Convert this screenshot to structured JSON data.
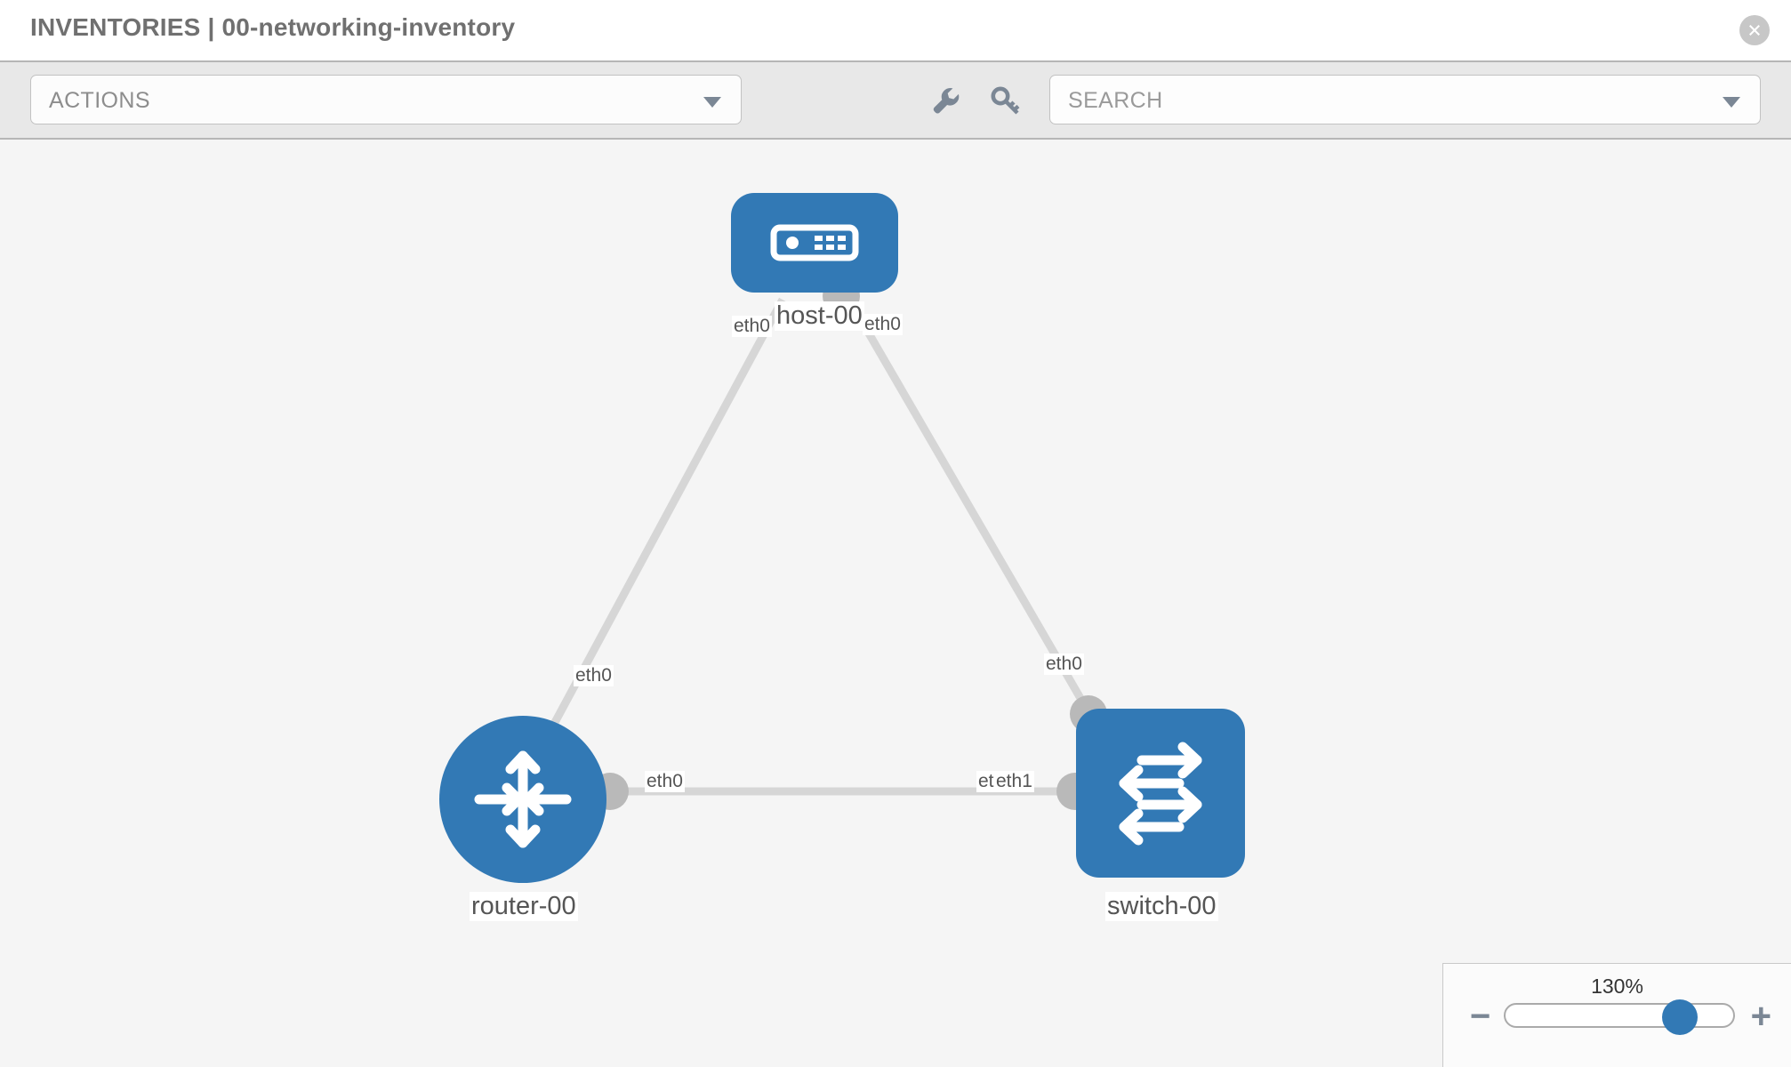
{
  "header": {
    "title": "INVENTORIES | 00-networking-inventory",
    "close_label": "×"
  },
  "toolbar": {
    "actions_label": "ACTIONS",
    "search_placeholder": "SEARCH",
    "wrench_icon": "wrench-icon",
    "key_icon": "key-icon"
  },
  "topology": {
    "nodes": [
      {
        "id": "host-00",
        "label": "host-00",
        "type": "host",
        "icon": "server-icon"
      },
      {
        "id": "router-00",
        "label": "router-00",
        "type": "router",
        "icon": "router-arrows-icon"
      },
      {
        "id": "switch-00",
        "label": "switch-00",
        "type": "switch",
        "icon": "switch-arrows-icon"
      }
    ],
    "interfaces": {
      "host_left": "eth0",
      "host_right": "eth0",
      "router_up": "eth0",
      "switch_up": "eth0",
      "router_mid": "eth0",
      "switch_mid_a": "eth0",
      "switch_mid_b": "eth1"
    },
    "link_color": "#d6d6d6",
    "node_color": "#3279b5",
    "endpoint_color": "#b9b9b9"
  },
  "zoom": {
    "value_label": "130%",
    "minus_label": "−",
    "plus_label": "+",
    "percent": 130
  }
}
